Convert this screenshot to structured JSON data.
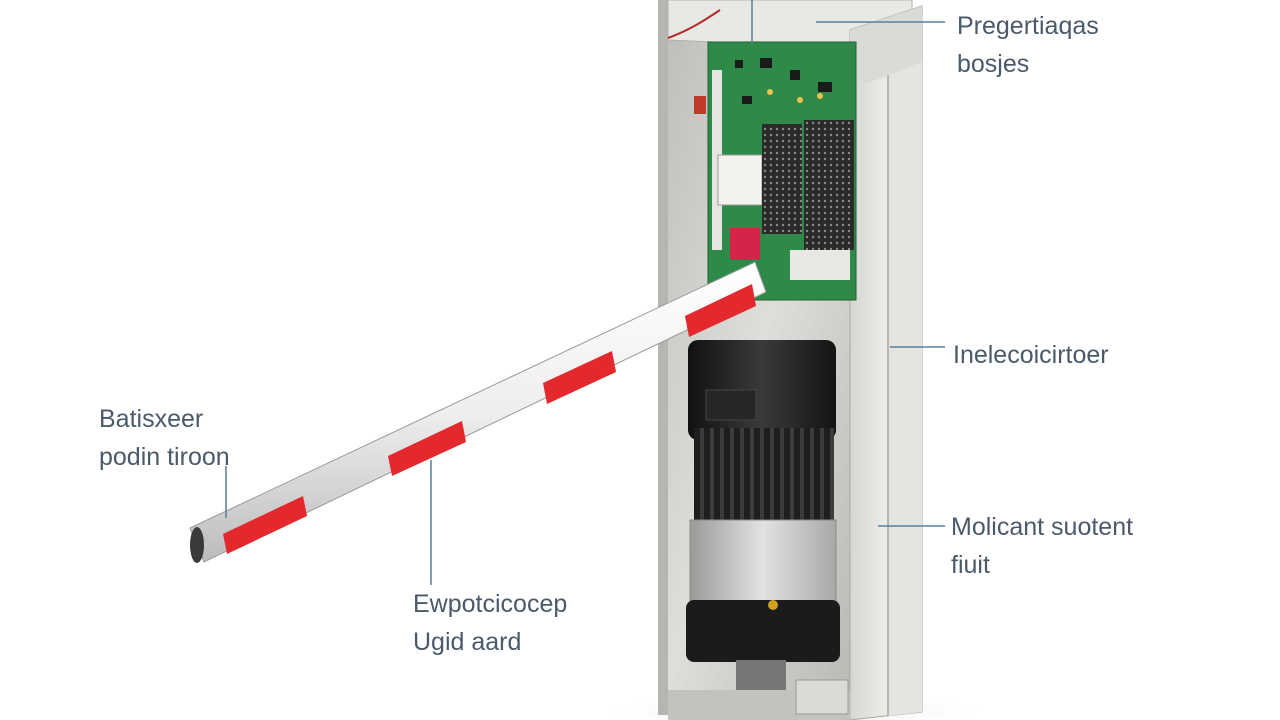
{
  "diagram": {
    "labels": {
      "top_right": {
        "line1": "Pregertiaqas",
        "line2": "bosjes"
      },
      "middle_right": {
        "line1": "Inelecoicirtoer"
      },
      "lower_right": {
        "line1": "Molicant suotent",
        "line2": "fiuit"
      },
      "left": {
        "line1": "Batisxeer",
        "line2": "podin tiroon"
      },
      "bottom": {
        "line1": "Ewpotcicocep",
        "line2": "Ugid aard"
      }
    },
    "colors": {
      "housing": "#d9d9d6",
      "pcb": "#2f8a4a",
      "boom_stripe": "#e3282e",
      "motor": "#1c1c1c",
      "leader_line": "#5b7f9a",
      "label_text": "#4a5a6a"
    }
  }
}
